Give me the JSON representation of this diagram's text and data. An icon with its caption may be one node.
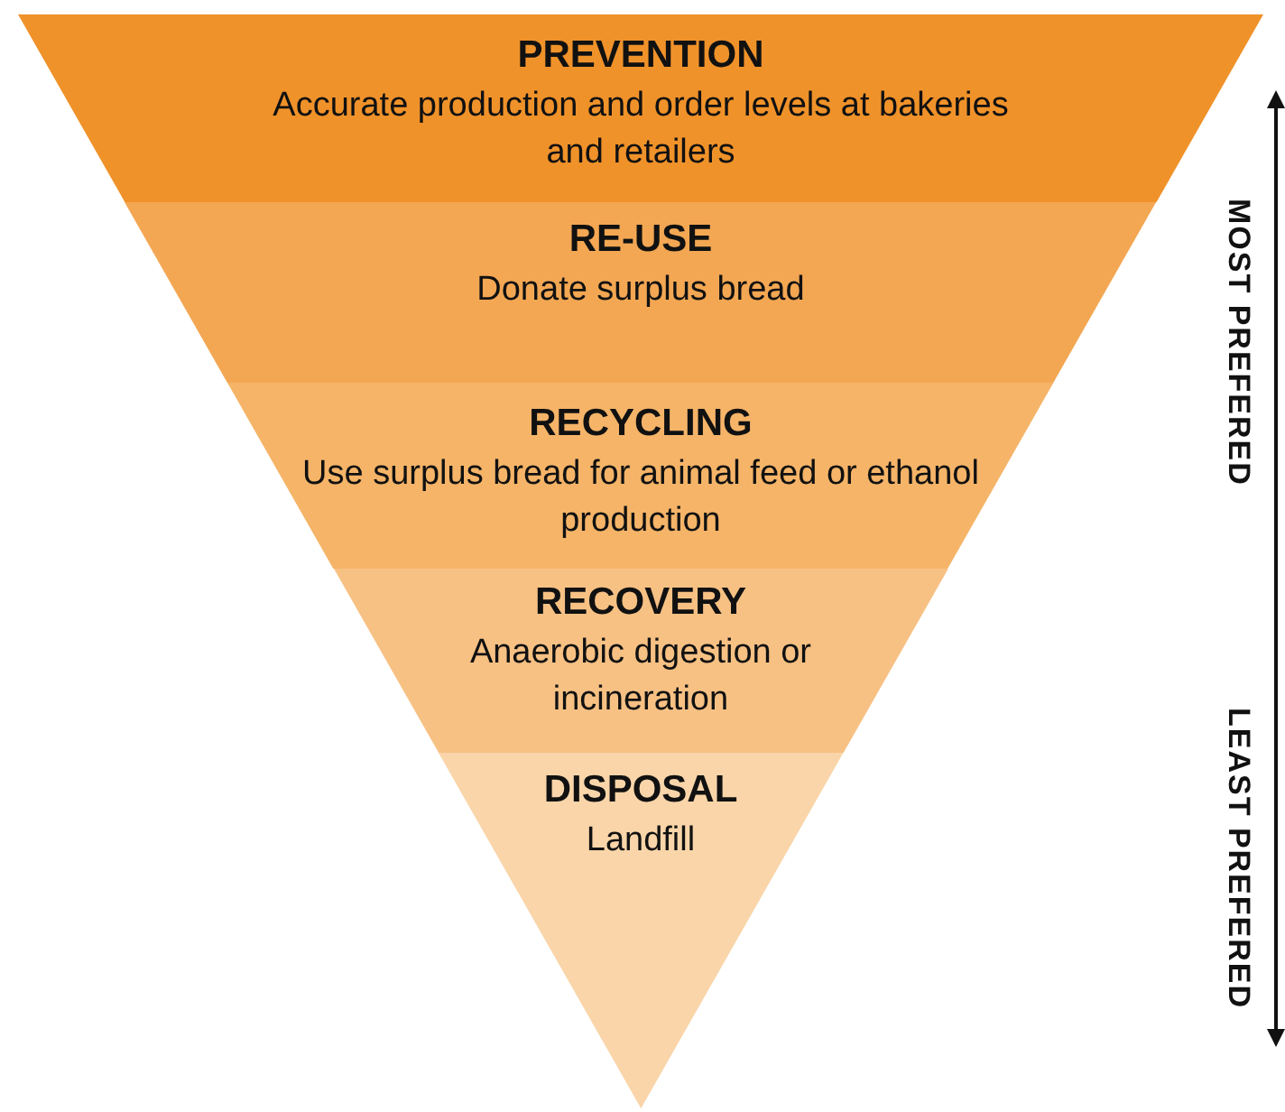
{
  "diagram": {
    "nodes": [
      {
        "text": [
          "PREVENTION",
          "Accurate production and order levels at bakeries and retailers"
        ]
      },
      {
        "text": [
          "RE-USE",
          "Donate surplus bread"
        ]
      },
      {
        "text": [
          "RECYCLING",
          "Use surplus bread for animal feed or ethanol production"
        ]
      },
      {
        "text": [
          "RECOVERY",
          "Anaerobic digestion or incineration"
        ]
      },
      {
        "text": [
          "DISPOSAL",
          "Landfill"
        ]
      }
    ],
    "edges": [],
    "labels": [
      "MOST PREFERED",
      "LEAST PREFERED"
    ]
  }
}
